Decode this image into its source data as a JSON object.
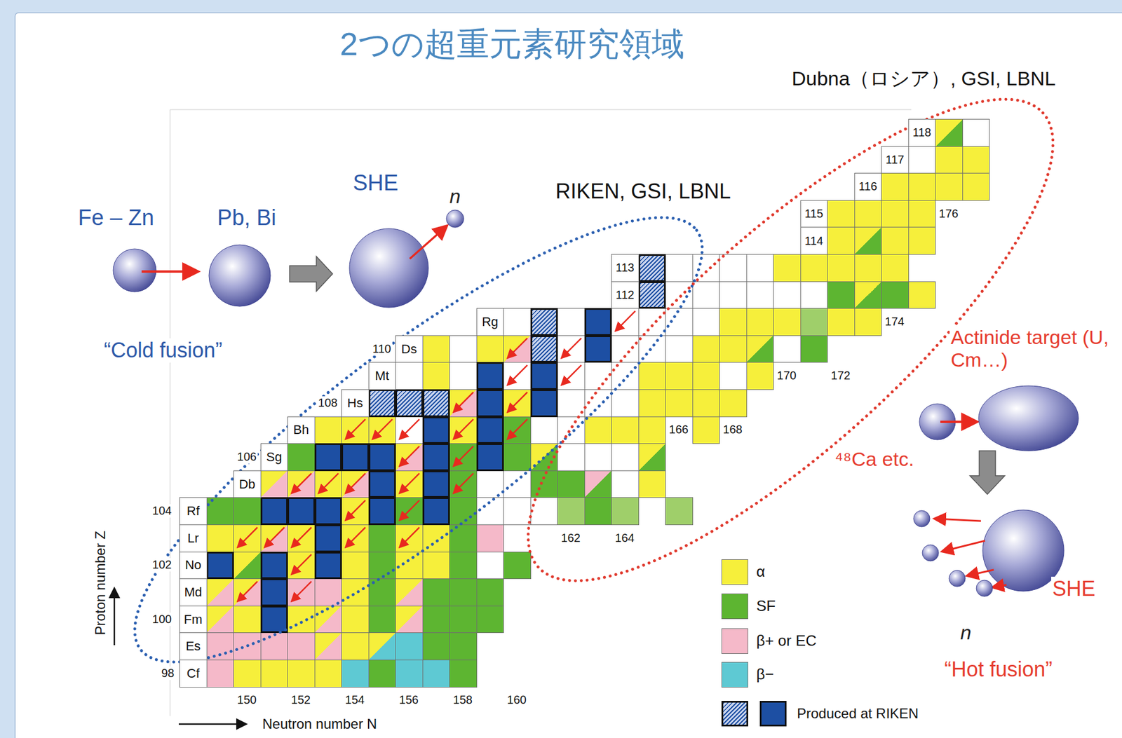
{
  "diagram": {
    "title": "2つの超重元素研究領域",
    "nodes": [
      {
        "text": [
          "118"
        ]
      },
      {
        "text": [
          "117"
        ]
      },
      {
        "text": [
          "116"
        ]
      },
      {
        "text": [
          "115"
        ]
      },
      {
        "text": [
          "114"
        ]
      },
      {
        "text": [
          "113"
        ]
      },
      {
        "text": [
          "112"
        ]
      },
      {
        "text": [
          "Rg"
        ]
      },
      {
        "text": [
          "Ds"
        ]
      },
      {
        "text": [
          "Mt"
        ]
      },
      {
        "text": [
          "Hs"
        ]
      },
      {
        "text": [
          "Bh"
        ]
      },
      {
        "text": [
          "Sg"
        ]
      },
      {
        "text": [
          "Db"
        ]
      },
      {
        "text": [
          "Rf"
        ]
      },
      {
        "text": [
          "Lr"
        ]
      },
      {
        "text": [
          "No"
        ]
      },
      {
        "text": [
          "Md"
        ]
      },
      {
        "text": [
          "Fm"
        ]
      },
      {
        "text": [
          "Es"
        ]
      },
      {
        "text": [
          "Cf"
        ]
      }
    ],
    "labels": [
      "Dubna（ロシア）, GSI, LBNL",
      "RIKEN, GSI, LBNL",
      "Fe – Zn",
      "Pb, Bi",
      "SHE",
      "n",
      "“Cold fusion”",
      "Actinide target (U, Cm…)",
      "⁴⁸Ca etc.",
      "SHE",
      "n",
      "“Hot fusion”",
      "Proton number Z",
      "Neutron number N",
      "110",
      "108",
      "106",
      "104",
      "102",
      "100",
      "98",
      "150",
      "152",
      "154",
      "156",
      "158",
      "160",
      "162",
      "164",
      "166",
      "168",
      "170",
      "172",
      "174",
      "176"
    ],
    "legend": [
      {
        "text": "α",
        "color": "#f6ef3b"
      },
      {
        "text": "SF",
        "color": "#5db531"
      },
      {
        "text": "β+ or EC",
        "color": "#f5b9c9"
      },
      {
        "text": "β−",
        "color": "#5ec9d3"
      },
      {
        "text": "Produced at RIKEN"
      }
    ]
  }
}
